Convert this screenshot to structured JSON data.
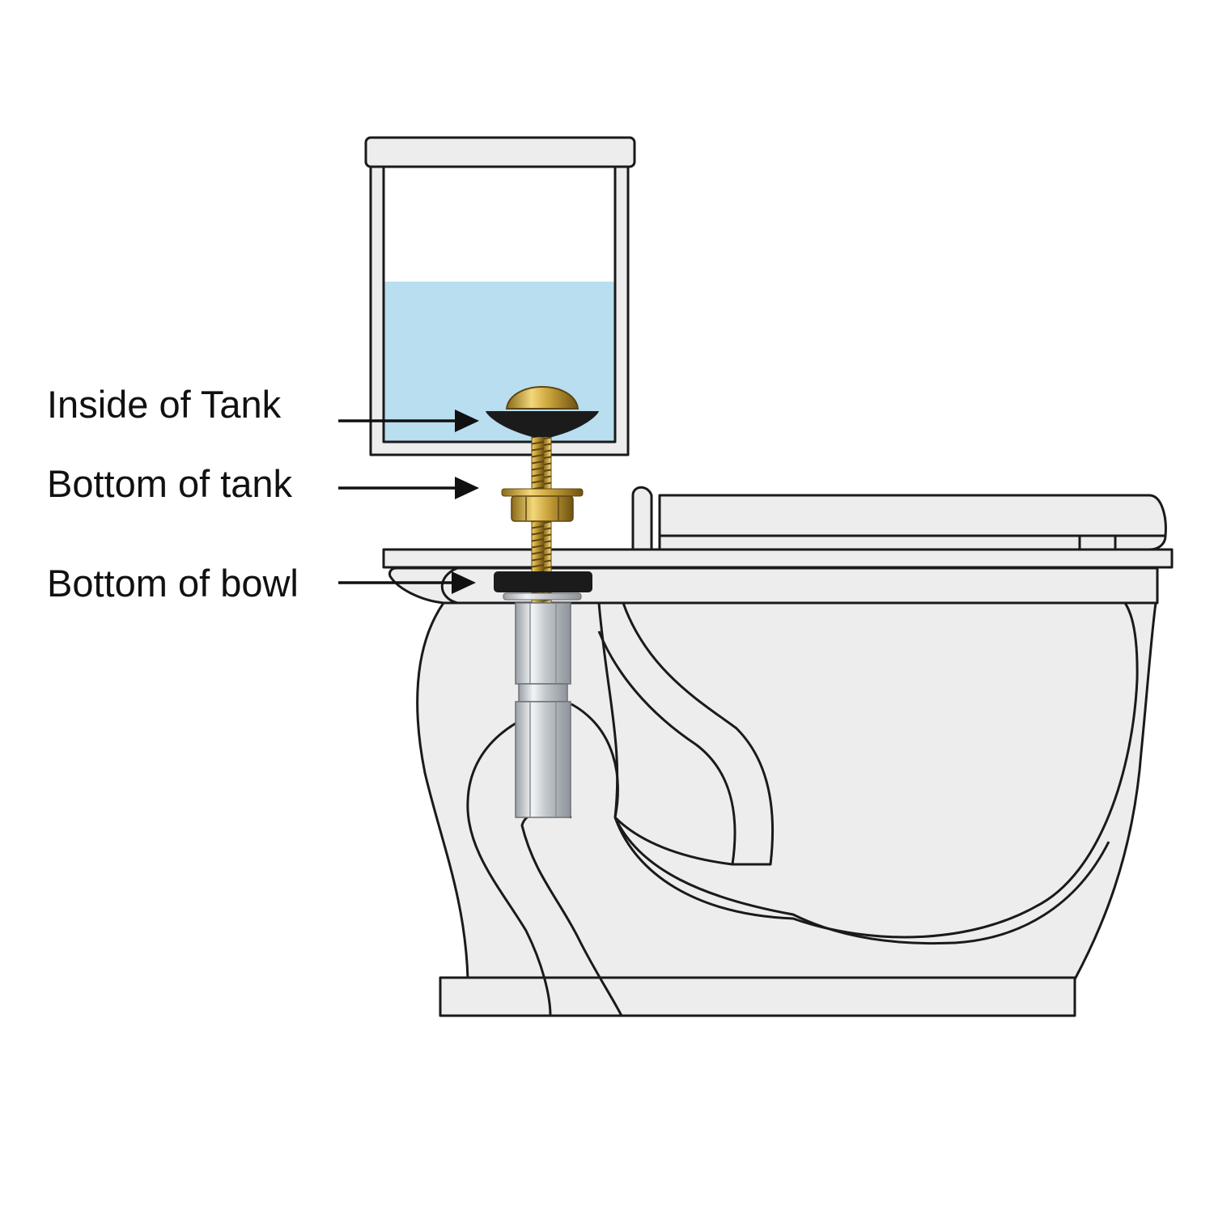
{
  "labels": {
    "inside_of_tank": "Inside of Tank",
    "bottom_of_tank": "Bottom of tank",
    "bottom_of_bowl": "Bottom of bowl"
  },
  "colors": {
    "background": "#ffffff",
    "porcelain": "#ededed",
    "outline": "#1a1a1a",
    "water": "#b8def0",
    "brass": "#c9a23a",
    "rubber": "#1b1b1b",
    "steel": "#c7cbd0",
    "text": "#111111"
  },
  "icons": {
    "arrow": "right-arrow-icon"
  }
}
